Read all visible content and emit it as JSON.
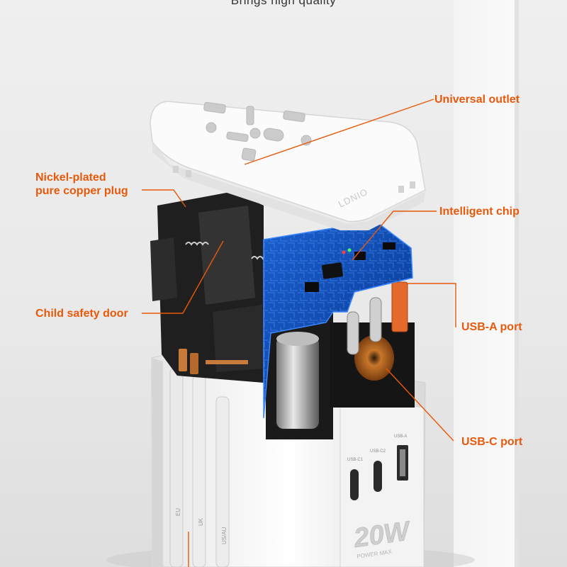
{
  "tagline": "Brings high quality",
  "accent_color": "#e8590c",
  "callouts": {
    "universal_outlet": "Universal outlet",
    "copper_plug_line1": "Nickel-plated",
    "copper_plug_line2": "pure copper plug",
    "intelligent_chip": "Intelligent chip",
    "child_safety_door": "Child safety door",
    "usb_a_port": "USB-A port",
    "usb_c_port": "USB-C port"
  },
  "product": {
    "brand": "LDNIO",
    "power_rating": "20W",
    "power_subtitle": "POWER MAX",
    "port_labels": [
      "USB-C1",
      "USB-C2",
      "USB-A"
    ],
    "plug_labels": [
      "EU",
      "UK",
      "US/AU"
    ]
  }
}
